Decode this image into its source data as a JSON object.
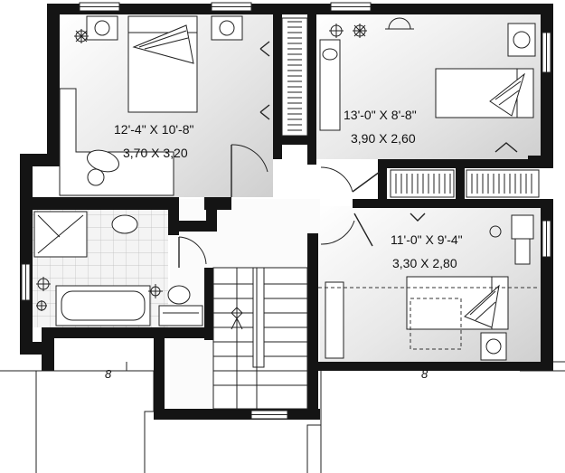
{
  "rooms": [
    {
      "dimensions_imperial": "12'-4\" X 10'-8\"",
      "dimensions_metric": "3,70 X 3,20"
    },
    {
      "dimensions_imperial": "13'-0\" X 8'-8\"",
      "dimensions_metric": "3,90 X 2,60"
    },
    {
      "dimensions_imperial": "11'-0\" X 9'-4\"",
      "dimensions_metric": "3,30 X 2,80"
    }
  ],
  "roof_markers": [
    "8",
    "8"
  ],
  "colors": {
    "wall": "#141414",
    "floor_light": "#ffffff",
    "floor_shade": "#d6d6d6"
  }
}
